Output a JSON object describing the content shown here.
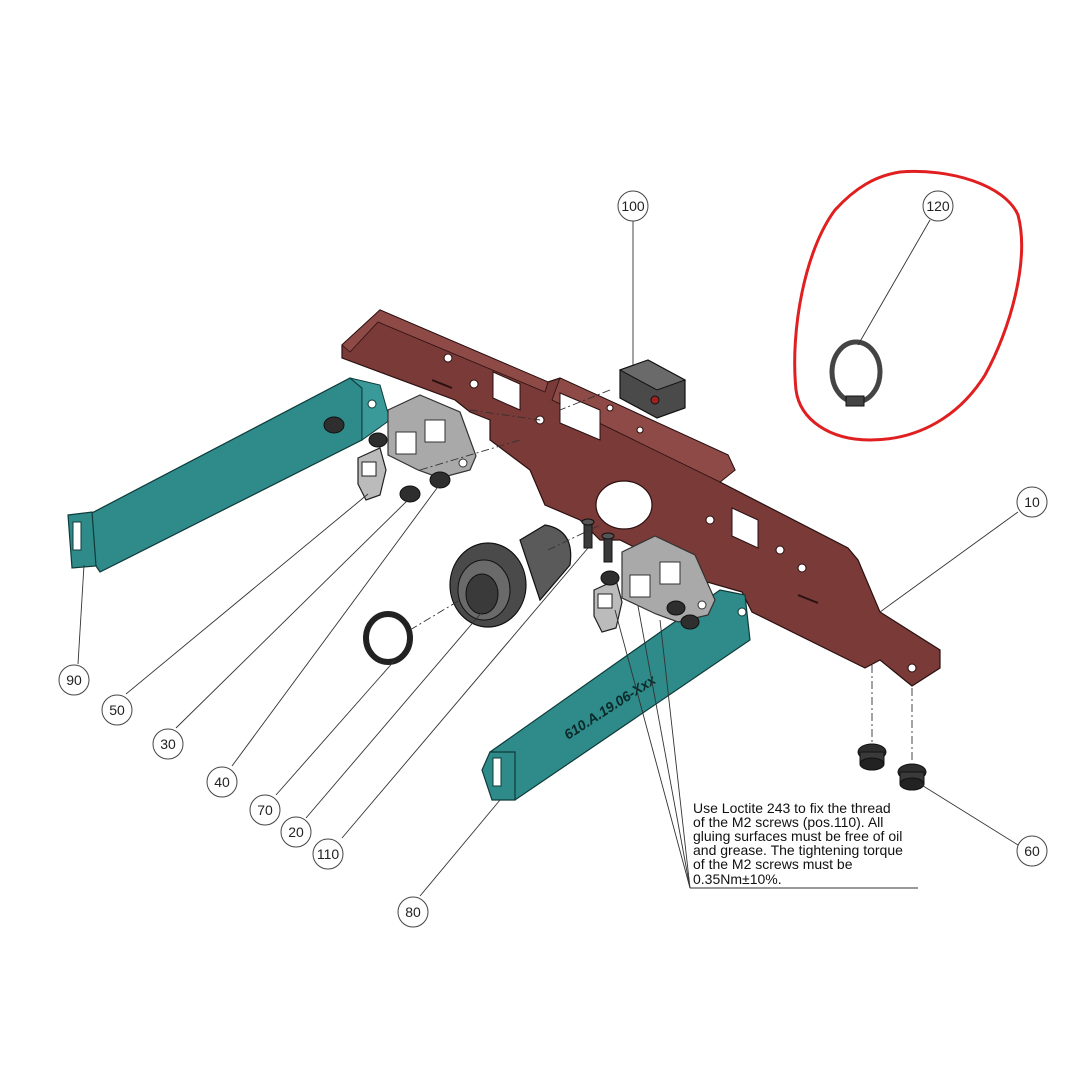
{
  "balloons": [
    {
      "label": "100"
    },
    {
      "label": "120"
    },
    {
      "label": "10"
    },
    {
      "label": "90"
    },
    {
      "label": "50"
    },
    {
      "label": "30"
    },
    {
      "label": "40"
    },
    {
      "label": "70"
    },
    {
      "label": "20"
    },
    {
      "label": "110"
    },
    {
      "label": "80"
    },
    {
      "label": "60"
    }
  ],
  "part_marking": "610.A.19.06-Xxx",
  "note": {
    "lines": [
      "Use Loctite 243 to fix the thread",
      "of the M2 screws (pos.110). All",
      "gluing surfaces must be free of oil",
      "and grease. The tightening torque",
      "of the M2 screws must be",
      "0.35Nm±10%."
    ]
  },
  "colors": {
    "main_bracket": "#7a3a38",
    "side_brackets": "#2f8a8a",
    "plates": "#a9a9a9",
    "dark_parts": "#3a3a3a",
    "highlight_circle": "#e02020"
  }
}
